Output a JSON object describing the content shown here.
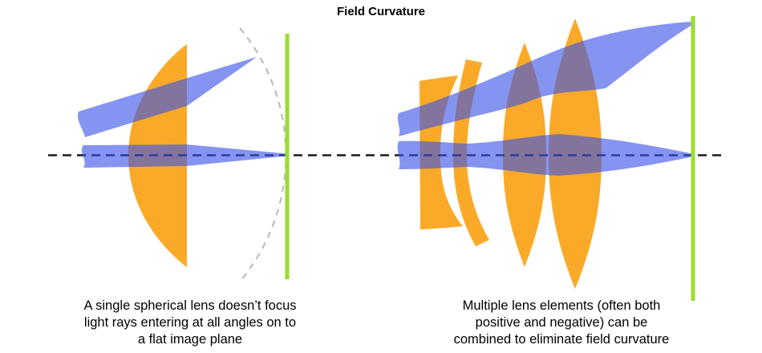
{
  "title": "Field Curvature",
  "colors": {
    "lens_orange": "#FAAA28",
    "beam_blue": "#3A52E6",
    "plane_green": "#9ADE2B",
    "axis_dark": "#1A1A1A",
    "arc_gray": "#BDBDBD",
    "text_black": "#000000",
    "background": "#FFFFFF"
  },
  "left_panel": {
    "caption_lines": [
      "A single spherical lens doesn’t focus",
      "light rays entering at all angles on to",
      "a flat image plane"
    ]
  },
  "right_panel": {
    "caption_lines": [
      "Multiple lens elements (often both",
      "positive and negative) can be",
      "combined to eliminate field curvature"
    ]
  }
}
